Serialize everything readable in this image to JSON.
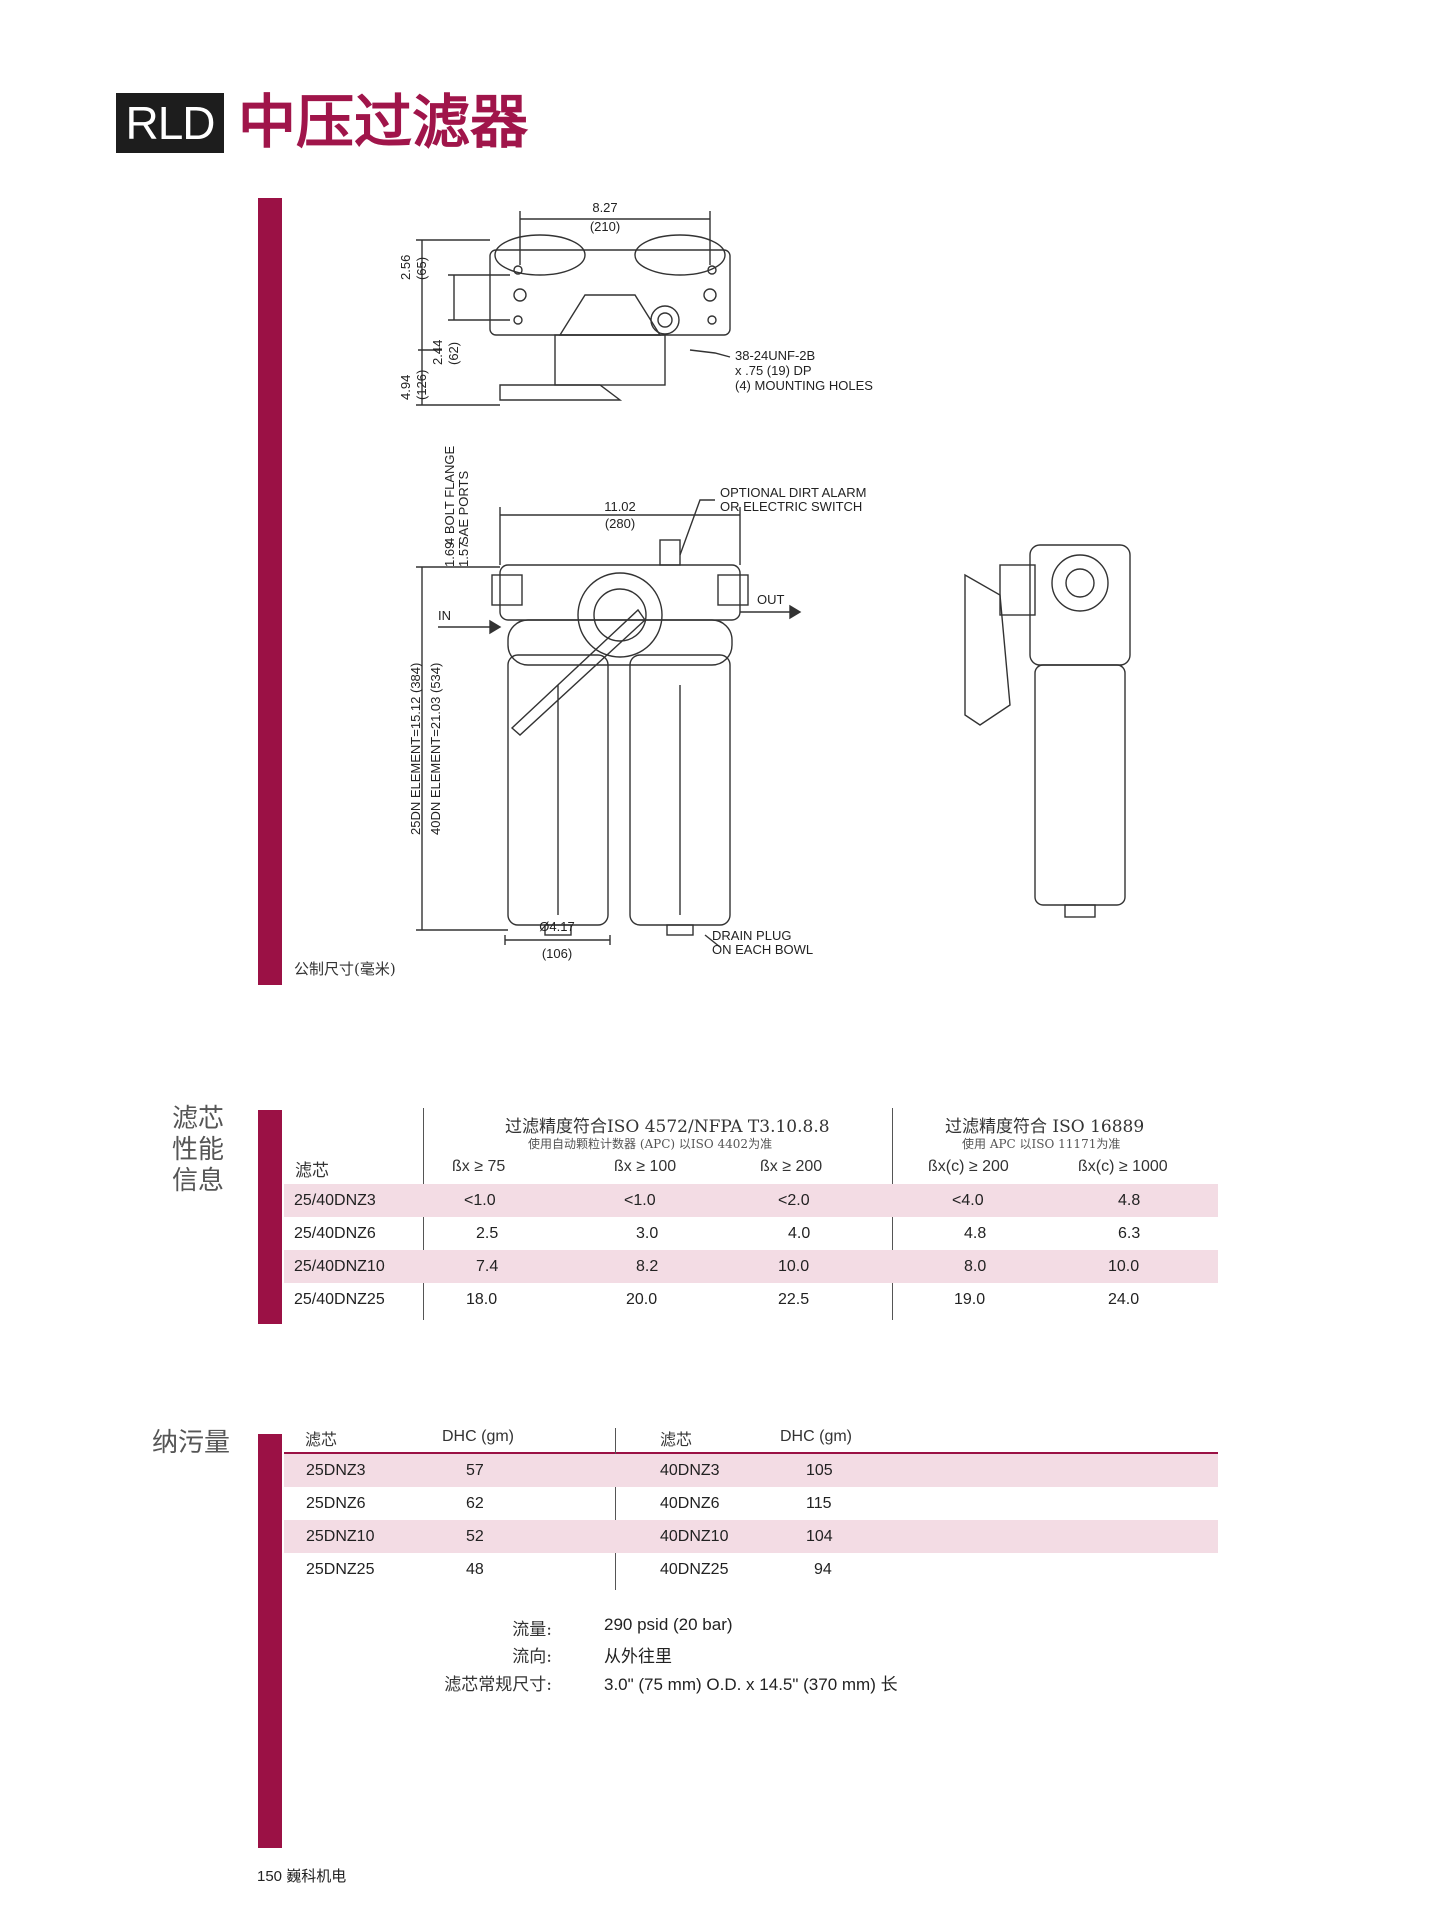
{
  "header": {
    "model_code": "RLD",
    "title": "中压过滤器"
  },
  "drawing": {
    "top_view": {
      "width_dim": "8.27",
      "width_dim_mm": "(210)",
      "dim_a": "2.56",
      "dim_a_mm": "(65)",
      "dim_b": "4.94",
      "dim_b_mm": "(126)",
      "dim_c": "2.44",
      "dim_c_mm": "(62)",
      "mounting_note_1": "38-24UNF-2B",
      "mounting_note_2": "x .75 (19) DP",
      "mounting_note_3": "(4) MOUNTING HOLES"
    },
    "front_view": {
      "flange_note_1": "4 BOLT FLANGE",
      "flange_note_2": "SAE PORTS",
      "flange_dim_1": "1.69",
      "flange_dim_2": "1.57",
      "width_dim": "11.02",
      "width_dim_mm": "(280)",
      "alarm_note_1": "OPTIONAL DIRT ALARM",
      "alarm_note_2": "OR ELECTRIC SWITCH",
      "in_label": "IN",
      "out_label": "OUT",
      "height_note_1": "25DN ELEMENT=15.12 (384)",
      "height_note_2": "40DN ELEMENT=21.03 (534)",
      "diameter_dim": "Ø4.17",
      "diameter_dim_mm": "(106)",
      "drain_note_1": "DRAIN PLUG",
      "drain_note_2": "ON EACH BOWL"
    },
    "unit_note": "公制尺寸(毫米)"
  },
  "performance": {
    "section_label": [
      "滤芯",
      "性能",
      "信息"
    ],
    "group1_title": "过滤精度符合ISO 4572/NFPA T3.10.8.8",
    "group1_sub": "使用自动颗粒计数器 (APC) 以ISO 4402为准",
    "group2_title": "过滤精度符合  ISO 16889",
    "group2_sub": "使用 APC 以ISO 11171为准",
    "col_element": "滤芯",
    "columns": [
      "ßx ≥ 75",
      "ßx ≥ 100",
      "ßx ≥ 200",
      "ßx(c) ≥ 200",
      "ßx(c) ≥ 1000"
    ],
    "rows": [
      {
        "element": "25/40DNZ3",
        "v1": "<1.0",
        "v2": "<1.0",
        "v3": "<2.0",
        "v4": "<4.0",
        "v5": "4.8"
      },
      {
        "element": "25/40DNZ6",
        "v1": "2.5",
        "v2": "3.0",
        "v3": "4.0",
        "v4": "4.8",
        "v5": "6.3"
      },
      {
        "element": "25/40DNZ10",
        "v1": "7.4",
        "v2": "8.2",
        "v3": "10.0",
        "v4": "8.0",
        "v5": "10.0"
      },
      {
        "element": "25/40DNZ25",
        "v1": "18.0",
        "v2": "20.0",
        "v3": "22.5",
        "v4": "19.0",
        "v5": "24.0"
      }
    ]
  },
  "dhc": {
    "section_label": "纳污量",
    "col_element": "滤芯",
    "col_dhc": "DHC (gm)",
    "left_rows": [
      {
        "element": "25DNZ3",
        "dhc": "57"
      },
      {
        "element": "25DNZ6",
        "dhc": "62"
      },
      {
        "element": "25DNZ10",
        "dhc": "52"
      },
      {
        "element": "25DNZ25",
        "dhc": "48"
      }
    ],
    "right_rows": [
      {
        "element": "40DNZ3",
        "dhc": "105"
      },
      {
        "element": "40DNZ6",
        "dhc": "115"
      },
      {
        "element": "40DNZ10",
        "dhc": "104"
      },
      {
        "element": "40DNZ25",
        "dhc": "94"
      }
    ]
  },
  "properties": [
    {
      "label": "流量:",
      "value": "290 psid (20 bar)"
    },
    {
      "label": "流向:",
      "value": "从外往里"
    },
    {
      "label": "滤芯常规尺寸:",
      "value": "3.0\" (75 mm) O.D. x 14.5\" (370 mm) 长"
    }
  ],
  "footer": {
    "page": "150 巍科机电"
  },
  "colors": {
    "accent": "#9b1145",
    "title": "#a0154a",
    "shade": "#f3dce4"
  }
}
